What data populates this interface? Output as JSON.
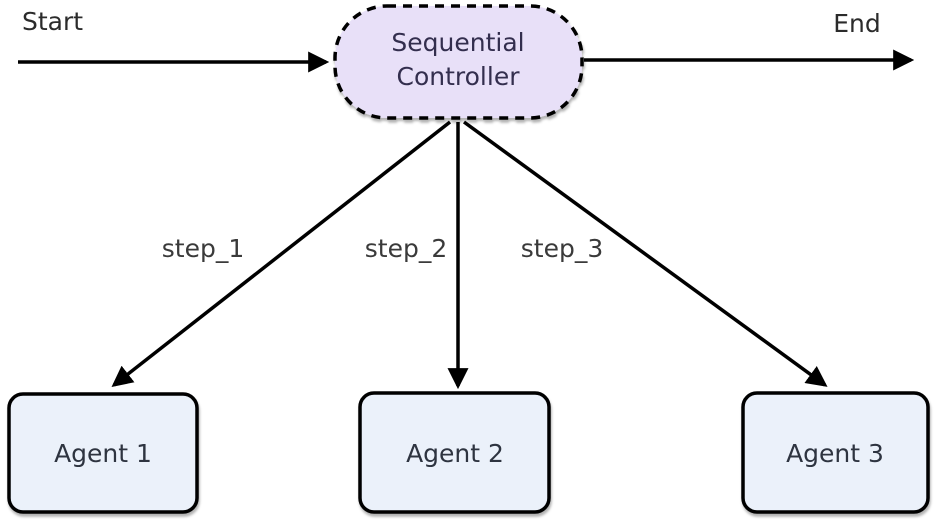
{
  "diagram": {
    "type": "flowchart",
    "direction": "top-to-bottom",
    "start_label": "Start",
    "end_label": "End",
    "controller": {
      "label_line1": "Sequential",
      "label_line2": "Controller",
      "shape": "stadium",
      "border_style": "dashed"
    },
    "edges": [
      {
        "from": "Sequential Controller",
        "to": "Agent 1",
        "label": "step_1"
      },
      {
        "from": "Sequential Controller",
        "to": "Agent 2",
        "label": "step_2"
      },
      {
        "from": "Sequential Controller",
        "to": "Agent 3",
        "label": "step_3"
      }
    ],
    "agents": [
      {
        "label": "Agent 1"
      },
      {
        "label": "Agent 2"
      },
      {
        "label": "Agent 3"
      }
    ],
    "colors": {
      "controller_fill": "#e8e0f8",
      "agent_fill": "#ebf1fa",
      "stroke": "#000000",
      "label_text": "#2b2b2b",
      "controller_text": "#332e4e",
      "agent_text": "#2e3440"
    }
  }
}
